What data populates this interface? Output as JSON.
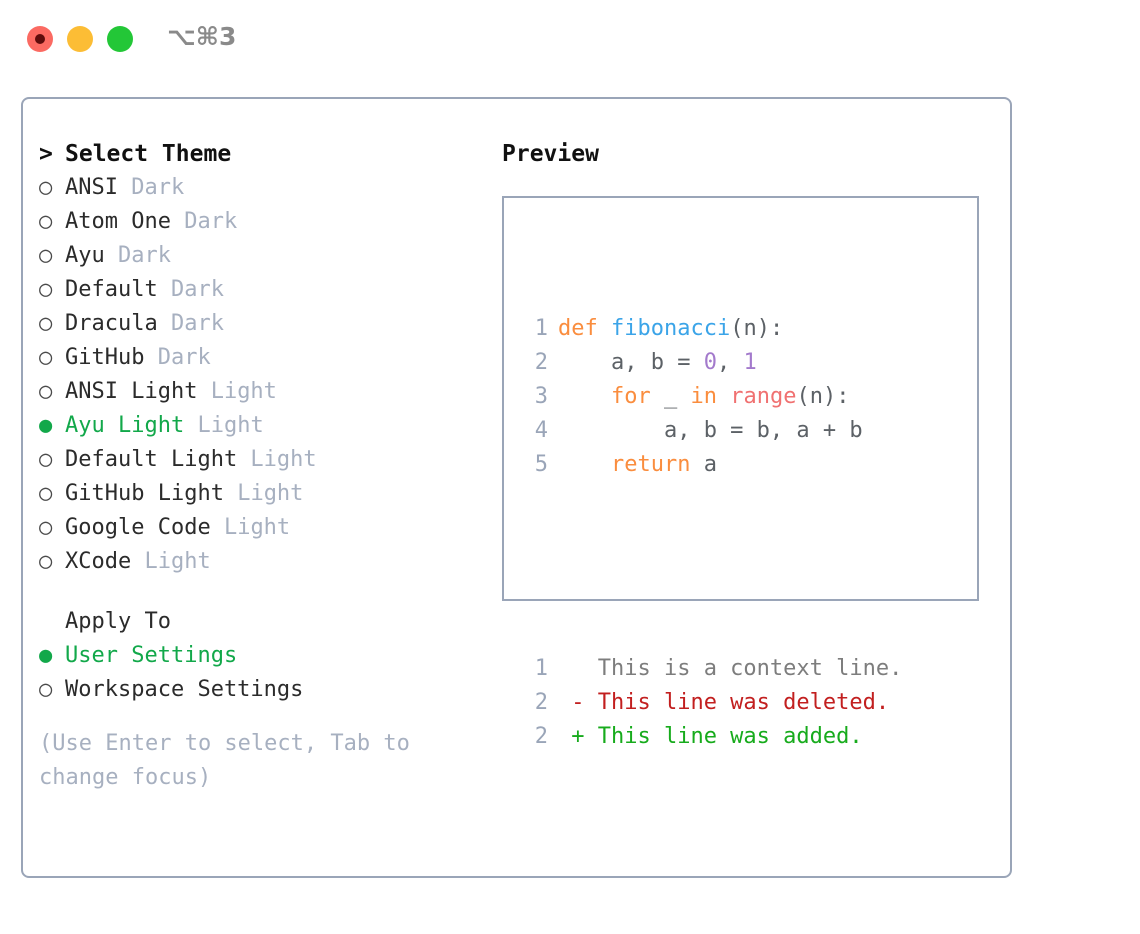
{
  "window": {
    "title": "⌥⌘3",
    "traffic_lights": [
      "close-red",
      "minimize-amber",
      "maximize-green"
    ]
  },
  "theme_picker": {
    "header_marker": ">",
    "header": "Select Theme",
    "bullet_off": "○",
    "bullet_on": "●",
    "items": [
      {
        "name": "ANSI",
        "variant": "Dark",
        "selected": false
      },
      {
        "name": "Atom One",
        "variant": "Dark",
        "selected": false
      },
      {
        "name": "Ayu",
        "variant": "Dark",
        "selected": false
      },
      {
        "name": "Default",
        "variant": "Dark",
        "selected": false
      },
      {
        "name": "Dracula",
        "variant": "Dark",
        "selected": false
      },
      {
        "name": "GitHub",
        "variant": "Dark",
        "selected": false
      },
      {
        "name": "ANSI Light",
        "variant": "Light",
        "selected": false
      },
      {
        "name": "Ayu Light",
        "variant": "Light",
        "selected": true
      },
      {
        "name": "Default Light",
        "variant": "Light",
        "selected": false
      },
      {
        "name": "GitHub Light",
        "variant": "Light",
        "selected": false
      },
      {
        "name": "Google Code",
        "variant": "Light",
        "selected": false
      },
      {
        "name": "XCode",
        "variant": "Light",
        "selected": false
      }
    ]
  },
  "apply_to": {
    "label": "Apply To",
    "options": [
      {
        "name": "User Settings",
        "selected": true
      },
      {
        "name": "Workspace Settings",
        "selected": false
      }
    ]
  },
  "hint": "(Use Enter to select, Tab to change focus)",
  "preview": {
    "title": "Preview",
    "code_lines": [
      {
        "num": "1",
        "tokens": [
          {
            "text": "def ",
            "cls": "tok-kw"
          },
          {
            "text": "fibonacci",
            "cls": "tok-fn"
          },
          {
            "text": "(n):",
            "cls": "tok-punc"
          }
        ]
      },
      {
        "num": "2",
        "tokens": [
          {
            "text": "    a, b = ",
            "cls": "tok-txt"
          },
          {
            "text": "0",
            "cls": "tok-num"
          },
          {
            "text": ", ",
            "cls": "tok-punc"
          },
          {
            "text": "1",
            "cls": "tok-num"
          }
        ]
      },
      {
        "num": "3",
        "tokens": [
          {
            "text": "    ",
            "cls": "tok-txt"
          },
          {
            "text": "for",
            "cls": "tok-kw"
          },
          {
            "text": " _ ",
            "cls": "tok-txt"
          },
          {
            "text": "in",
            "cls": "tok-kw"
          },
          {
            "text": " ",
            "cls": "tok-txt"
          },
          {
            "text": "range",
            "cls": "tok-bi"
          },
          {
            "text": "(n):",
            "cls": "tok-punc"
          }
        ]
      },
      {
        "num": "4",
        "tokens": [
          {
            "text": "        a, b = b, a + b",
            "cls": "tok-txt"
          }
        ]
      },
      {
        "num": "5",
        "tokens": [
          {
            "text": "    ",
            "cls": "tok-txt"
          },
          {
            "text": "return",
            "cls": "tok-kw"
          },
          {
            "text": " a",
            "cls": "tok-txt"
          }
        ]
      }
    ],
    "diff_lines": [
      {
        "num": "1",
        "sign": " ",
        "text": "This is a context line.",
        "cls": "diff-ctx"
      },
      {
        "num": "2",
        "sign": "-",
        "text": "This line was deleted.",
        "cls": "diff-del"
      },
      {
        "num": "2",
        "sign": "+",
        "text": "This line was added.",
        "cls": "diff-add"
      }
    ]
  },
  "colors": {
    "accent_green": "#12a84a",
    "muted": "#a7b0c0",
    "border": "#9aa5b8",
    "keyword": "#fa8d3e",
    "function": "#3ba4e8",
    "number": "#a37acc",
    "builtin": "#f07171",
    "diff_delete": "#c21f1f",
    "diff_add": "#17ab1c"
  }
}
